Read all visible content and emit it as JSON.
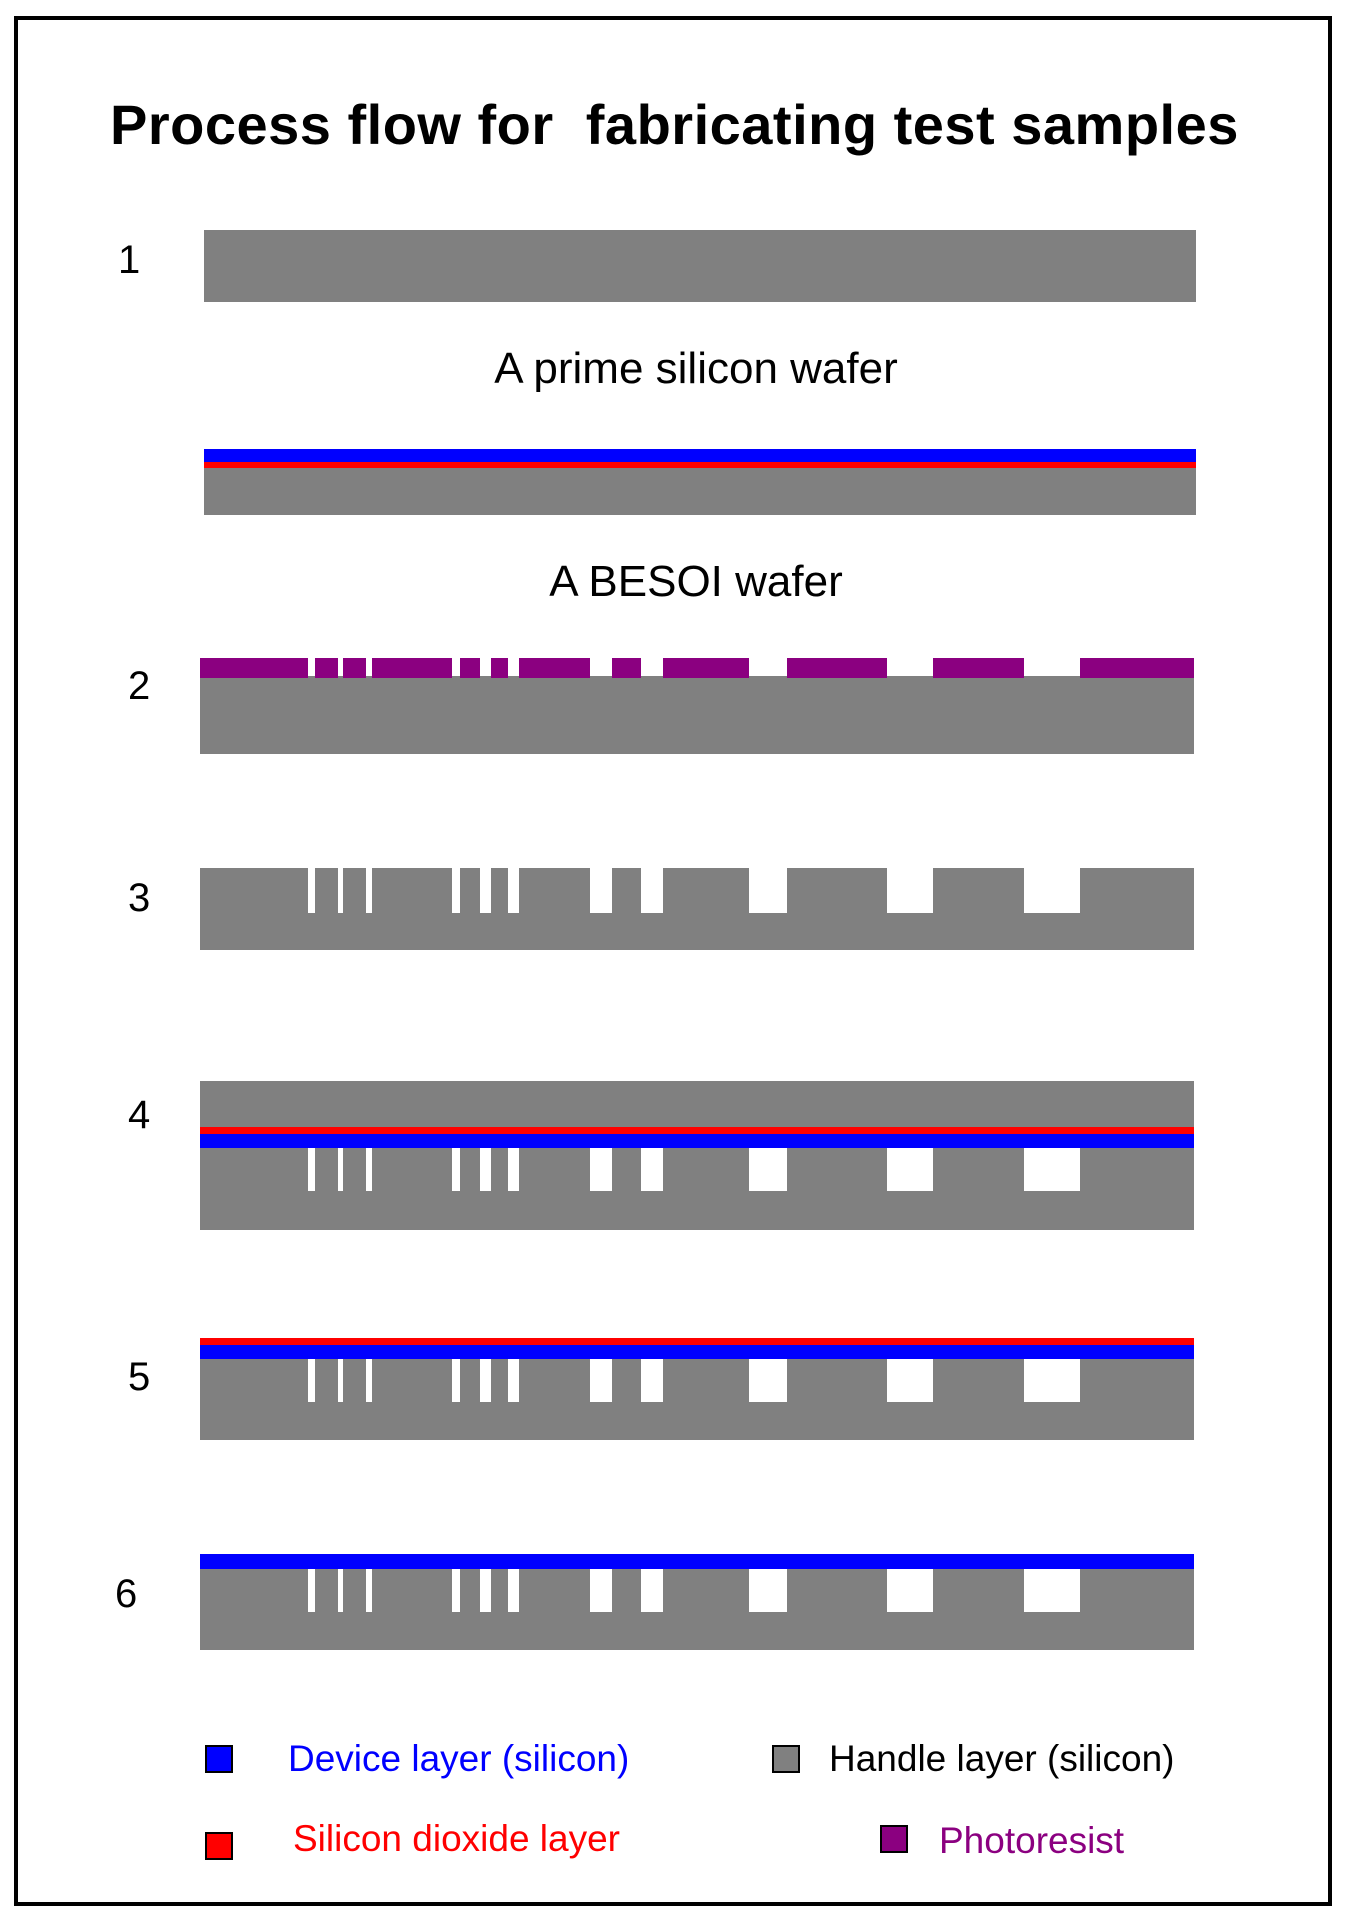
{
  "title": "Process flow for  fabricating test samples",
  "steps": {
    "s1": "1",
    "s2": "2",
    "s3": "3",
    "s4": "4",
    "s5": "5",
    "s6": "6"
  },
  "captions": {
    "prime": "A prime silicon wafer",
    "besoi": "A BESOI wafer"
  },
  "legend": {
    "device": "Device layer (silicon)",
    "handle": "Handle layer (silicon)",
    "oxide": "Silicon dioxide layer",
    "photoresist": "Photoresist"
  },
  "colors": {
    "handle": "#808080",
    "device": "#0000ff",
    "oxide": "#ff0000",
    "photoresist": "#8b0080",
    "device_text": "#0000ff",
    "oxide_text": "#ff0000",
    "photoresist_text": "#8b0080"
  }
}
